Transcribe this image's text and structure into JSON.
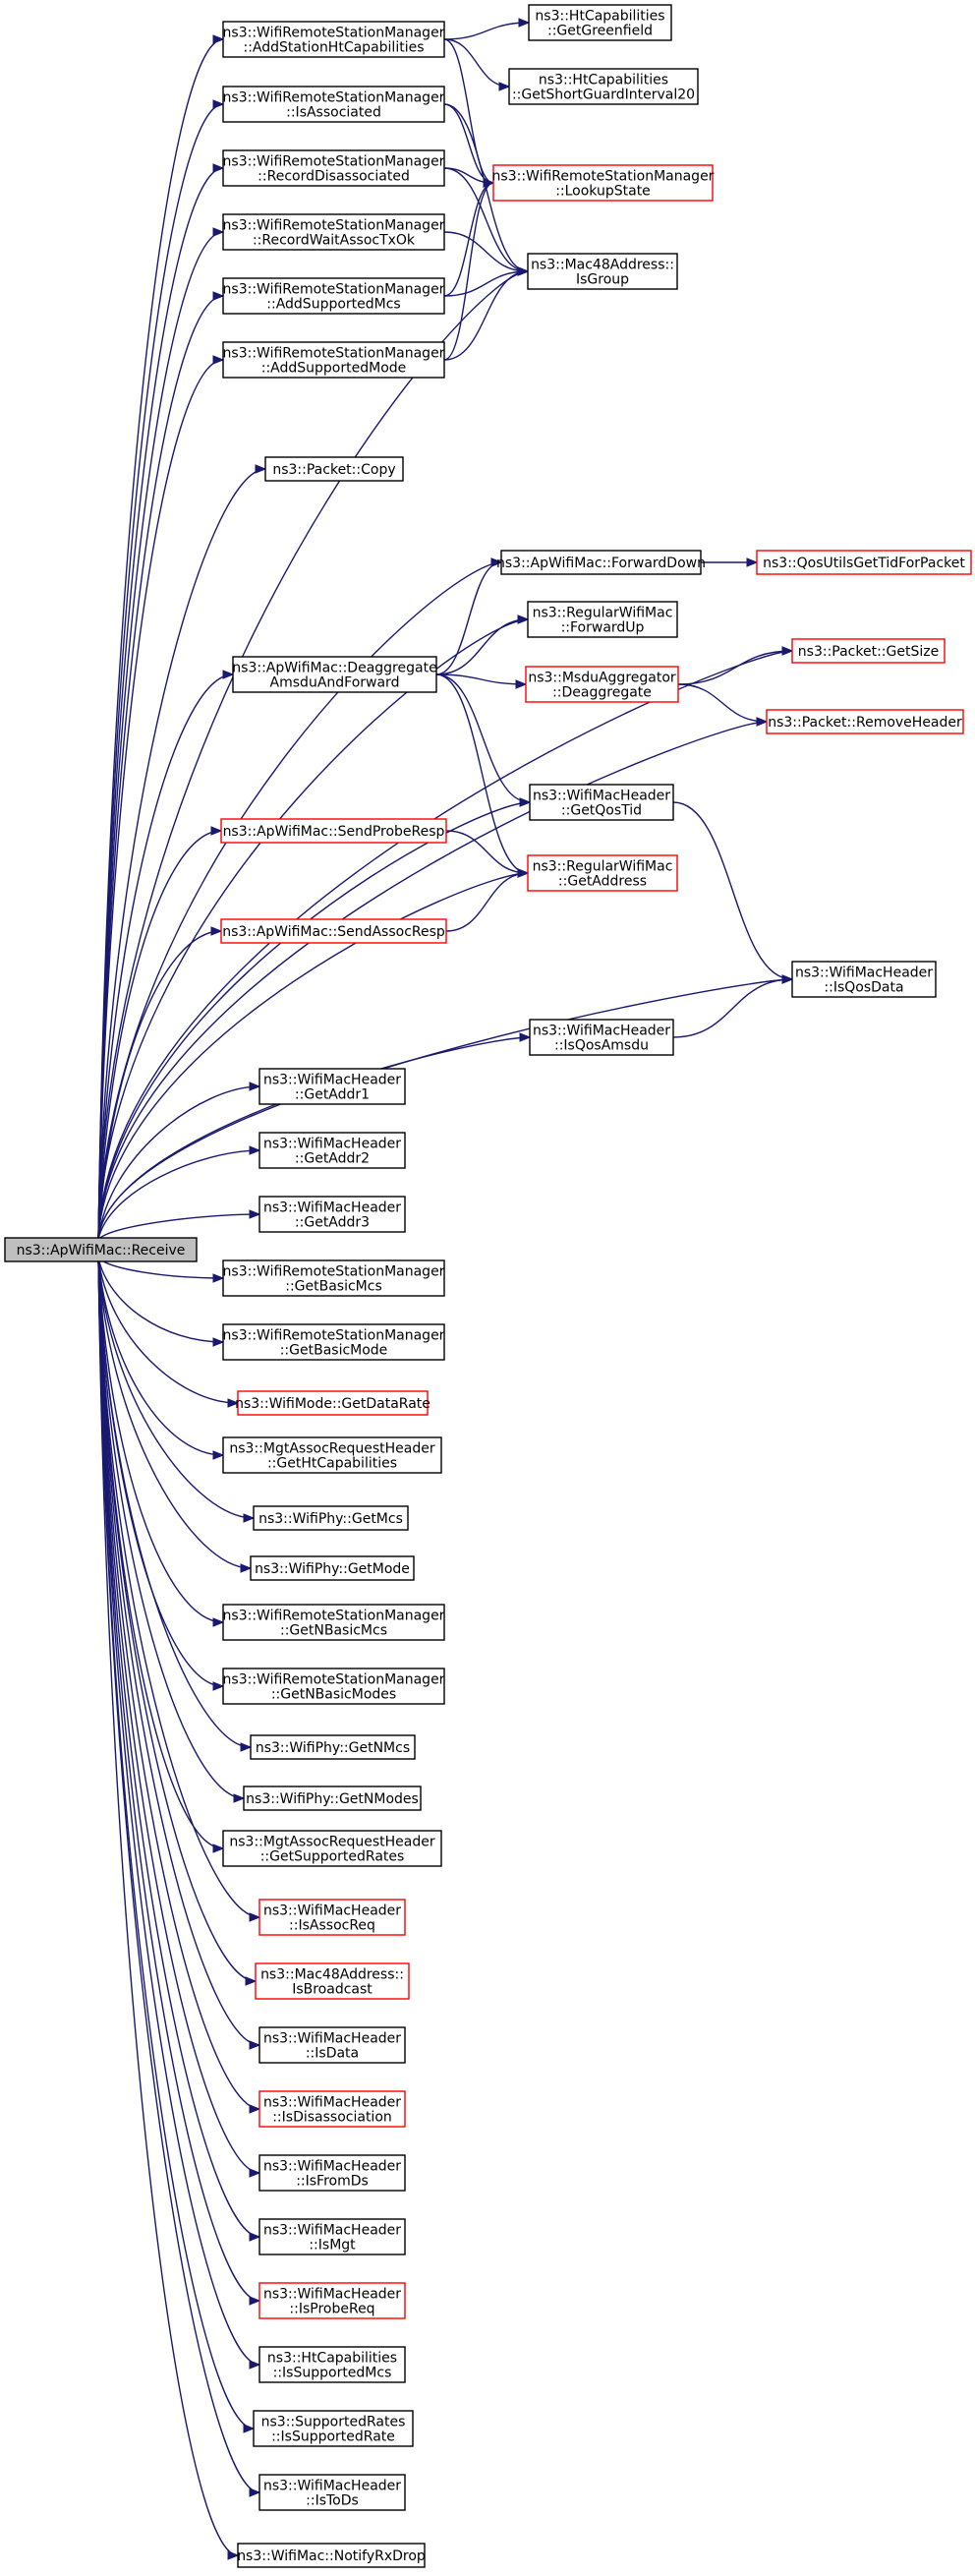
{
  "colors": {
    "edge": "#191970",
    "normal_border": "#000000",
    "incomplete_border": "#ff0000",
    "root_fill": "#bfbfbf",
    "node_fill": "#ffffff"
  },
  "nodes": [
    {
      "id": "receive",
      "lines": [
        "ns3::ApWifiMac::Receive"
      ],
      "style": "root"
    },
    {
      "id": "addStationHt",
      "lines": [
        "ns3::WifiRemoteStationManager",
        "::AddStationHtCapabilities"
      ],
      "style": "normal"
    },
    {
      "id": "isAssociated",
      "lines": [
        "ns3::WifiRemoteStationManager",
        "::IsAssociated"
      ],
      "style": "normal"
    },
    {
      "id": "recordDisassoc",
      "lines": [
        "ns3::WifiRemoteStationManager",
        "::RecordDisassociated"
      ],
      "style": "normal"
    },
    {
      "id": "recordWait",
      "lines": [
        "ns3::WifiRemoteStationManager",
        "::RecordWaitAssocTxOk"
      ],
      "style": "normal"
    },
    {
      "id": "addSupportedMcs",
      "lines": [
        "ns3::WifiRemoteStationManager",
        "::AddSupportedMcs"
      ],
      "style": "normal"
    },
    {
      "id": "addSupportedMode",
      "lines": [
        "ns3::WifiRemoteStationManager",
        "::AddSupportedMode"
      ],
      "style": "normal"
    },
    {
      "id": "htGreenfield",
      "lines": [
        "ns3::HtCapabilities",
        "::GetGreenfield"
      ],
      "style": "normal"
    },
    {
      "id": "htSgi20",
      "lines": [
        "ns3::HtCapabilities",
        "::GetShortGuardInterval20"
      ],
      "style": "normal"
    },
    {
      "id": "lookupState",
      "lines": [
        "ns3::WifiRemoteStationManager",
        "::LookupState"
      ],
      "style": "incomplete"
    },
    {
      "id": "isGroup",
      "lines": [
        "ns3::Mac48Address::",
        "IsGroup"
      ],
      "style": "normal"
    },
    {
      "id": "packetCopy",
      "lines": [
        "ns3::Packet::Copy"
      ],
      "style": "normal"
    },
    {
      "id": "forwardDown",
      "lines": [
        "ns3::ApWifiMac::ForwardDown"
      ],
      "style": "normal"
    },
    {
      "id": "qosTid",
      "lines": [
        "ns3::QosUtilsGetTidForPacket"
      ],
      "style": "incomplete"
    },
    {
      "id": "forwardUp",
      "lines": [
        "ns3::RegularWifiMac",
        "::ForwardUp"
      ],
      "style": "normal"
    },
    {
      "id": "deagg",
      "lines": [
        "ns3::ApWifiMac::Deaggregate",
        "AmsduAndForward"
      ],
      "style": "normal"
    },
    {
      "id": "msdu",
      "lines": [
        "ns3::MsduAggregator",
        "::Deaggregate"
      ],
      "style": "incomplete"
    },
    {
      "id": "getSize",
      "lines": [
        "ns3::Packet::GetSize"
      ],
      "style": "incomplete"
    },
    {
      "id": "removeHeader",
      "lines": [
        "ns3::Packet::RemoveHeader"
      ],
      "style": "incomplete"
    },
    {
      "id": "getQosTid",
      "lines": [
        "ns3::WifiMacHeader",
        "::GetQosTid"
      ],
      "style": "normal"
    },
    {
      "id": "sendProbe",
      "lines": [
        "ns3::ApWifiMac::SendProbeResp"
      ],
      "style": "incomplete"
    },
    {
      "id": "getAddress",
      "lines": [
        "ns3::RegularWifiMac",
        "::GetAddress"
      ],
      "style": "incomplete"
    },
    {
      "id": "sendAssoc",
      "lines": [
        "ns3::ApWifiMac::SendAssocResp"
      ],
      "style": "incomplete"
    },
    {
      "id": "isQosData",
      "lines": [
        "ns3::WifiMacHeader",
        "::IsQosData"
      ],
      "style": "normal"
    },
    {
      "id": "isQosAmsdu",
      "lines": [
        "ns3::WifiMacHeader",
        "::IsQosAmsdu"
      ],
      "style": "normal"
    },
    {
      "id": "getAddr1",
      "lines": [
        "ns3::WifiMacHeader",
        "::GetAddr1"
      ],
      "style": "normal"
    },
    {
      "id": "getAddr2",
      "lines": [
        "ns3::WifiMacHeader",
        "::GetAddr2"
      ],
      "style": "normal"
    },
    {
      "id": "getAddr3",
      "lines": [
        "ns3::WifiMacHeader",
        "::GetAddr3"
      ],
      "style": "normal"
    },
    {
      "id": "getBasicMcs",
      "lines": [
        "ns3::WifiRemoteStationManager",
        "::GetBasicMcs"
      ],
      "style": "normal"
    },
    {
      "id": "getBasicMode",
      "lines": [
        "ns3::WifiRemoteStationManager",
        "::GetBasicMode"
      ],
      "style": "normal"
    },
    {
      "id": "getDataRate",
      "lines": [
        "ns3::WifiMode::GetDataRate"
      ],
      "style": "incomplete"
    },
    {
      "id": "getHtCap",
      "lines": [
        "ns3::MgtAssocRequestHeader",
        "::GetHtCapabilities"
      ],
      "style": "normal"
    },
    {
      "id": "phyGetMcs",
      "lines": [
        "ns3::WifiPhy::GetMcs"
      ],
      "style": "normal"
    },
    {
      "id": "phyGetMode",
      "lines": [
        "ns3::WifiPhy::GetMode"
      ],
      "style": "normal"
    },
    {
      "id": "getNBasicMcs",
      "lines": [
        "ns3::WifiRemoteStationManager",
        "::GetNBasicMcs"
      ],
      "style": "normal"
    },
    {
      "id": "getNBasicModes",
      "lines": [
        "ns3::WifiRemoteStationManager",
        "::GetNBasicModes"
      ],
      "style": "normal"
    },
    {
      "id": "phyGetNMcs",
      "lines": [
        "ns3::WifiPhy::GetNMcs"
      ],
      "style": "normal"
    },
    {
      "id": "phyGetNModes",
      "lines": [
        "ns3::WifiPhy::GetNModes"
      ],
      "style": "normal"
    },
    {
      "id": "getSupRates",
      "lines": [
        "ns3::MgtAssocRequestHeader",
        "::GetSupportedRates"
      ],
      "style": "normal"
    },
    {
      "id": "isAssocReq",
      "lines": [
        "ns3::WifiMacHeader",
        "::IsAssocReq"
      ],
      "style": "incomplete"
    },
    {
      "id": "isBroadcast",
      "lines": [
        "ns3::Mac48Address::",
        "IsBroadcast"
      ],
      "style": "incomplete"
    },
    {
      "id": "isData",
      "lines": [
        "ns3::WifiMacHeader",
        "::IsData"
      ],
      "style": "normal"
    },
    {
      "id": "isDisassoc",
      "lines": [
        "ns3::WifiMacHeader",
        "::IsDisassociation"
      ],
      "style": "incomplete"
    },
    {
      "id": "isFromDs",
      "lines": [
        "ns3::WifiMacHeader",
        "::IsFromDs"
      ],
      "style": "normal"
    },
    {
      "id": "isMgt",
      "lines": [
        "ns3::WifiMacHeader",
        "::IsMgt"
      ],
      "style": "normal"
    },
    {
      "id": "isProbeReq",
      "lines": [
        "ns3::WifiMacHeader",
        "::IsProbeReq"
      ],
      "style": "incomplete"
    },
    {
      "id": "isSupMcs",
      "lines": [
        "ns3::HtCapabilities",
        "::IsSupportedMcs"
      ],
      "style": "normal"
    },
    {
      "id": "isSupRate",
      "lines": [
        "ns3::SupportedRates",
        "::IsSupportedRate"
      ],
      "style": "normal"
    },
    {
      "id": "isToDs",
      "lines": [
        "ns3::WifiMacHeader",
        "::IsToDs"
      ],
      "style": "normal"
    },
    {
      "id": "notifyRxDrop",
      "lines": [
        "ns3::WifiMac::NotifyRxDrop"
      ],
      "style": "normal"
    }
  ],
  "edges": [
    [
      "receive",
      "addStationHt"
    ],
    [
      "receive",
      "isAssociated"
    ],
    [
      "receive",
      "recordDisassoc"
    ],
    [
      "receive",
      "recordWait"
    ],
    [
      "receive",
      "addSupportedMcs"
    ],
    [
      "receive",
      "addSupportedMode"
    ],
    [
      "receive",
      "isGroup"
    ],
    [
      "receive",
      "packetCopy"
    ],
    [
      "receive",
      "getSize"
    ],
    [
      "receive",
      "forwardDown"
    ],
    [
      "receive",
      "forwardUp"
    ],
    [
      "receive",
      "deagg"
    ],
    [
      "receive",
      "removeHeader"
    ],
    [
      "receive",
      "getQosTid"
    ],
    [
      "receive",
      "sendProbe"
    ],
    [
      "receive",
      "getAddress"
    ],
    [
      "receive",
      "sendAssoc"
    ],
    [
      "receive",
      "isQosData"
    ],
    [
      "receive",
      "isQosAmsdu"
    ],
    [
      "receive",
      "getAddr1"
    ],
    [
      "receive",
      "getAddr2"
    ],
    [
      "receive",
      "getAddr3"
    ],
    [
      "receive",
      "getBasicMcs"
    ],
    [
      "receive",
      "getBasicMode"
    ],
    [
      "receive",
      "getDataRate"
    ],
    [
      "receive",
      "getHtCap"
    ],
    [
      "receive",
      "phyGetMcs"
    ],
    [
      "receive",
      "phyGetMode"
    ],
    [
      "receive",
      "getNBasicMcs"
    ],
    [
      "receive",
      "getNBasicModes"
    ],
    [
      "receive",
      "phyGetNMcs"
    ],
    [
      "receive",
      "phyGetNModes"
    ],
    [
      "receive",
      "getSupRates"
    ],
    [
      "receive",
      "isAssocReq"
    ],
    [
      "receive",
      "isBroadcast"
    ],
    [
      "receive",
      "isData"
    ],
    [
      "receive",
      "isDisassoc"
    ],
    [
      "receive",
      "isFromDs"
    ],
    [
      "receive",
      "isMgt"
    ],
    [
      "receive",
      "isProbeReq"
    ],
    [
      "receive",
      "isSupMcs"
    ],
    [
      "receive",
      "isSupRate"
    ],
    [
      "receive",
      "isToDs"
    ],
    [
      "receive",
      "notifyRxDrop"
    ],
    [
      "addStationHt",
      "htGreenfield"
    ],
    [
      "addStationHt",
      "htSgi20"
    ],
    [
      "addStationHt",
      "lookupState"
    ],
    [
      "isAssociated",
      "lookupState"
    ],
    [
      "isAssociated",
      "isGroup"
    ],
    [
      "recordDisassoc",
      "lookupState"
    ],
    [
      "recordDisassoc",
      "isGroup"
    ],
    [
      "recordWait",
      "isGroup"
    ],
    [
      "addSupportedMcs",
      "lookupState"
    ],
    [
      "addSupportedMcs",
      "isGroup"
    ],
    [
      "addSupportedMode",
      "lookupState"
    ],
    [
      "addSupportedMode",
      "isGroup"
    ],
    [
      "forwardDown",
      "qosTid"
    ],
    [
      "deagg",
      "forwardDown"
    ],
    [
      "deagg",
      "forwardUp"
    ],
    [
      "deagg",
      "msdu"
    ],
    [
      "deagg",
      "getQosTid"
    ],
    [
      "deagg",
      "getAddress"
    ],
    [
      "msdu",
      "getSize"
    ],
    [
      "msdu",
      "removeHeader"
    ],
    [
      "getQosTid",
      "isQosData"
    ],
    [
      "sendProbe",
      "getAddress"
    ],
    [
      "sendAssoc",
      "getAddress"
    ],
    [
      "isQosAmsdu",
      "isQosData"
    ]
  ]
}
